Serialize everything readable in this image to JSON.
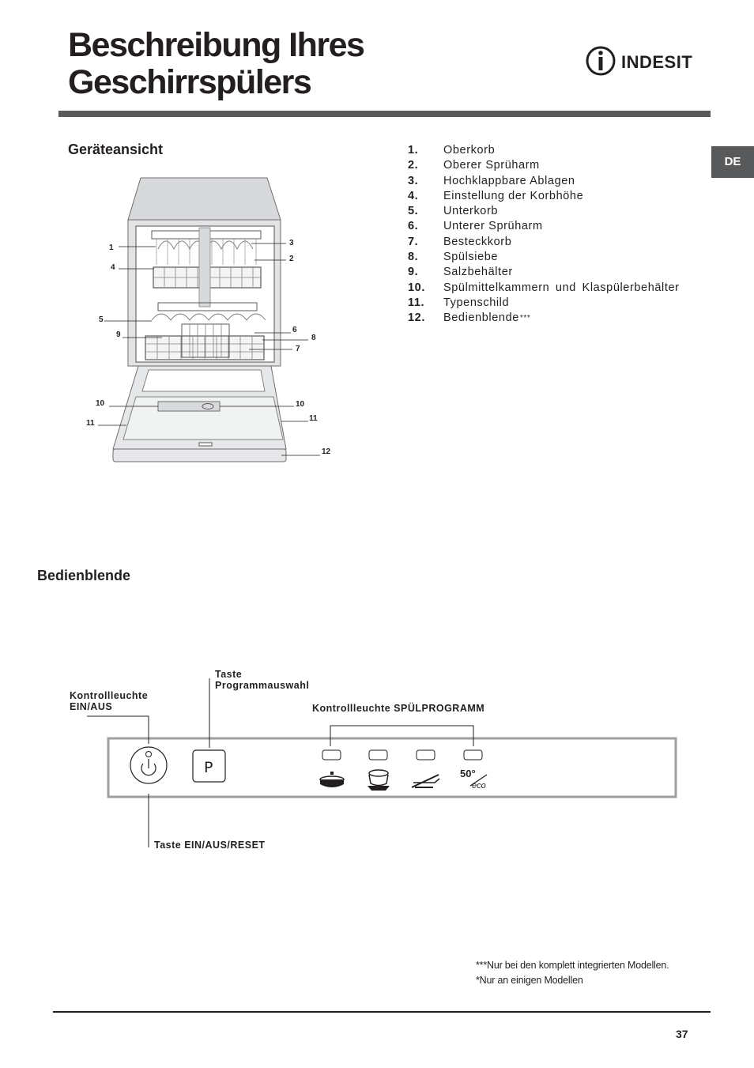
{
  "title": {
    "line1": "Beschreibung Ihres",
    "line2": "Geschirrspülers"
  },
  "brand": {
    "name": "INDESIT",
    "icon": "indesit-i-logo"
  },
  "language_tab": "DE",
  "section_view": {
    "heading": "Geräteansicht",
    "parts": [
      {
        "num": "1.",
        "label": "Oberkorb"
      },
      {
        "num": "2.",
        "label": "Oberer Sprüharm"
      },
      {
        "num": "3.",
        "label": "Hochklappbare Ablagen"
      },
      {
        "num": "4.",
        "label": "Einstellung der Korbhöhe"
      },
      {
        "num": "5.",
        "label": "Unterkorb"
      },
      {
        "num": "6.",
        "label": "Unterer Sprüharm"
      },
      {
        "num": "7.",
        "label": "Besteckkorb"
      },
      {
        "num": "8.",
        "label": "Spülsiebe"
      },
      {
        "num": "9.",
        "label": "Salzbehälter"
      },
      {
        "num": "10.",
        "label": "Spülmittelkammern und Klaspülerbehälter"
      },
      {
        "num": "11.",
        "label": "Typenschild"
      },
      {
        "num": "12.",
        "label": "Bedienblende",
        "mark": "***"
      }
    ],
    "callouts": {
      "c1": "1",
      "c2": "2",
      "c3": "3",
      "c4": "4",
      "c5": "5",
      "c6": "6",
      "c7": "7",
      "c8": "8",
      "c9": "9",
      "c10a": "10",
      "c10b": "10",
      "c11a": "11",
      "c11b": "11",
      "c12": "12"
    }
  },
  "section_panel": {
    "heading": "Bedienblende",
    "label_power_light": "Kontrollleuchte\nEIN/AUS",
    "label_program_button": "Taste\nProgrammauswahl",
    "label_program_lights": "Kontrollleuchte SPÜLPROGRAMM",
    "label_power_button": "Taste EIN/AUS/RESET",
    "p_button": "P",
    "eco_text": "50°",
    "eco_word": "eco"
  },
  "footnotes": [
    "***Nur bei den komplett integrierten Modellen.",
    "*Nur an einigen Modellen"
  ],
  "page_number": "37"
}
